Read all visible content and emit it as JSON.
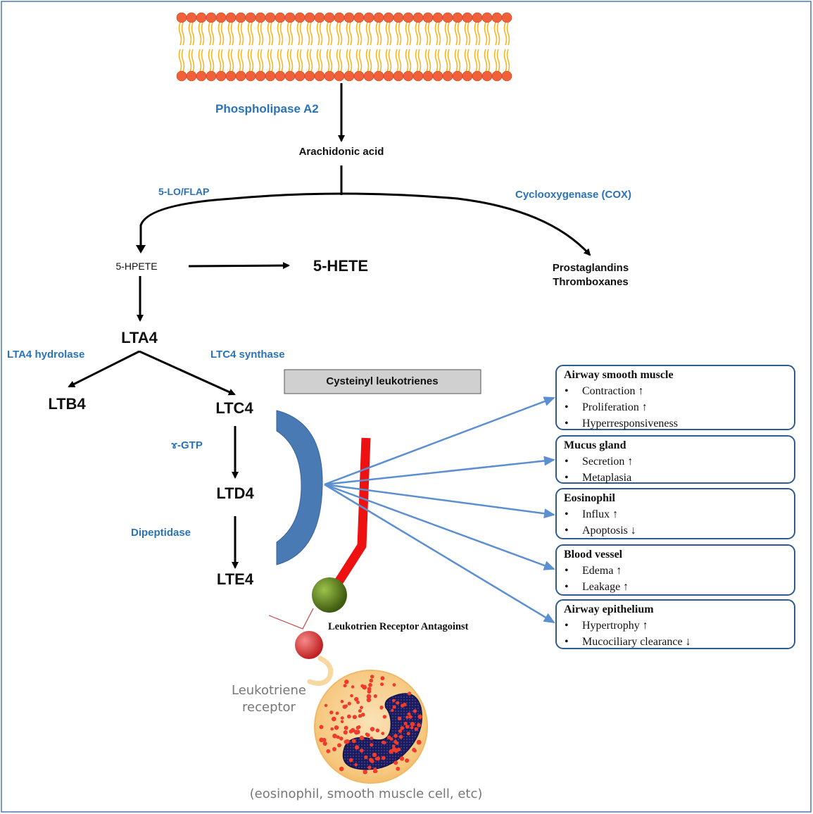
{
  "enzymes": {
    "phospholipase": "Phospholipase A2",
    "lo_flap": "5-LO/FLAP",
    "cox": "Cyclooxygenase (COX)",
    "lta4_hydrolase": "LTA4 hydrolase",
    "ltc4_synthase": "LTC4 synthase",
    "ggt": "ɤ-GTP",
    "dipeptidase": "Dipeptidase"
  },
  "metabolites": {
    "arachidonic": "Arachidonic acid",
    "hpete": "5-HPETE",
    "hete": "5-HETE",
    "prostaglandins": "Prostaglandins",
    "thromboxanes": "Thromboxanes",
    "lta4": "LTA4",
    "ltb4": "LTB4",
    "ltc4": "LTC4",
    "ltd4": "LTD4",
    "lte4": "LTE4"
  },
  "cysteinyl_label": "Cysteinyl leukotrienes",
  "antagonist_label": "Leukotrien Receptor Antagoinst",
  "receptor_label": [
    "Leukotriene",
    "receptor"
  ],
  "cell_caption": "(eosinophil, smooth muscle cell, etc)",
  "effects": [
    {
      "title": "Airway smooth muscle",
      "items": [
        "Contraction ↑",
        "Proliferation ↑",
        "Hyperresponsiveness"
      ]
    },
    {
      "title": "Mucus gland",
      "items": [
        "Secretion ↑",
        "Metaplasia"
      ]
    },
    {
      "title": "Eosinophil",
      "items": [
        "Influx ↑",
        "Apoptosis ↓"
      ]
    },
    {
      "title": "Blood vessel",
      "items": [
        "Edema ↑",
        "Leakage ↑"
      ]
    },
    {
      "title": "Airway epithelium",
      "items": [
        "Hypertrophy ↑",
        "Mucociliary clearance ↓"
      ]
    }
  ],
  "colors": {
    "enzyme_text": "#2a73b8",
    "receptor": "#4a7ab3",
    "arrow_blue": "#5b8fd1",
    "antagonist_red": "#ee1111",
    "ball_green": "#5a7a1a",
    "ball_red": "#d83a3a",
    "lipid_head": "#f0603a",
    "lipid_tail": "#f3b623"
  }
}
